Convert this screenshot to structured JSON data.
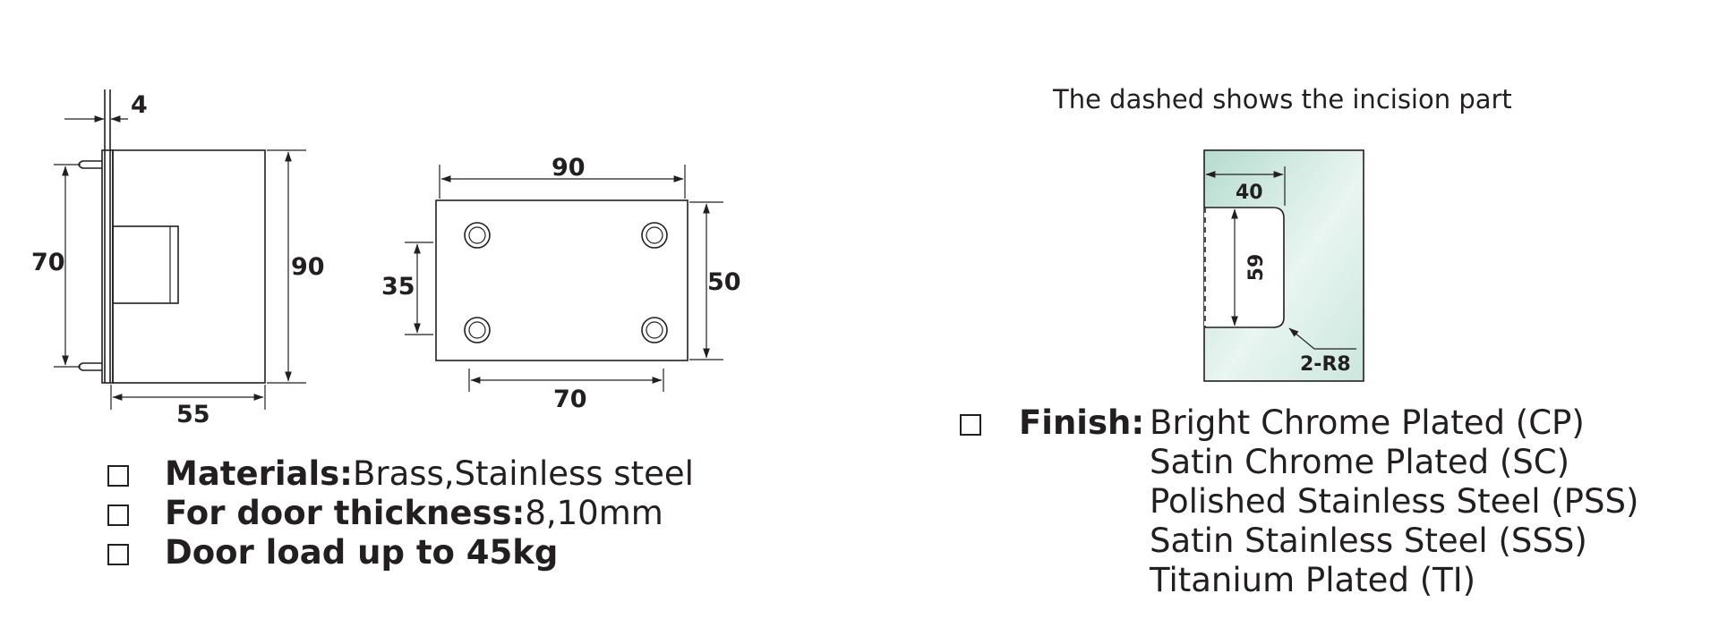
{
  "side_view": {
    "dims": [
      "4",
      "70",
      "90",
      "55"
    ]
  },
  "plate_view": {
    "dims": [
      "90",
      "35",
      "50",
      "70"
    ]
  },
  "cutout_view": {
    "caption": "The dashed shows the incision part",
    "dims": [
      "40",
      "59",
      "2-R8"
    ],
    "glass_color": "#c9e6dc"
  },
  "specs": [
    {
      "label": "Materials:",
      "value": "Brass,Stainless steel"
    },
    {
      "label": "For door thickness:",
      "value": "8,10mm"
    },
    {
      "label": "Door load up to 45kg",
      "value": ""
    }
  ],
  "finish": {
    "label": "Finish:",
    "options": [
      "Bright Chrome Plated  (CP)",
      "Satin Chrome Plated  (SC)",
      "Polished Stainless Steel  (PSS)",
      "Satin Stainless Steel  (SSS)",
      "Titanium Plated  (TI)"
    ]
  }
}
